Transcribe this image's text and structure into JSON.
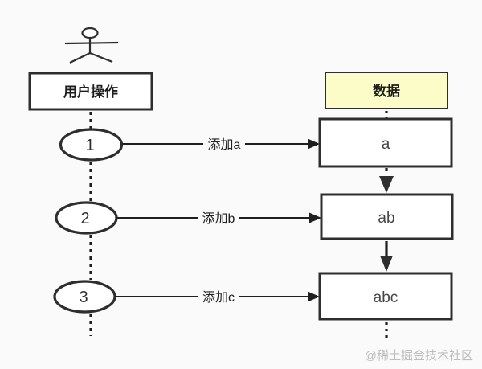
{
  "diagram": {
    "type": "sequence-flow",
    "lanes": {
      "left_header": "用户操作",
      "right_header": "数据"
    },
    "icons": {
      "actor": "stick-figure-actor"
    },
    "steps": [
      {
        "num": "1",
        "action": "添加a",
        "state": "a"
      },
      {
        "num": "2",
        "action": "添加b",
        "state": "ab"
      },
      {
        "num": "3",
        "action": "添加c",
        "state": "abc"
      }
    ],
    "colors": {
      "background": "#fafafa",
      "stroke": "#2e2e2e",
      "box_fill": "#ffffff",
      "data_header_fill": "#fcfcc8",
      "watermark": "#bdbdbd"
    },
    "watermark": "@稀土掘金技术社区"
  }
}
